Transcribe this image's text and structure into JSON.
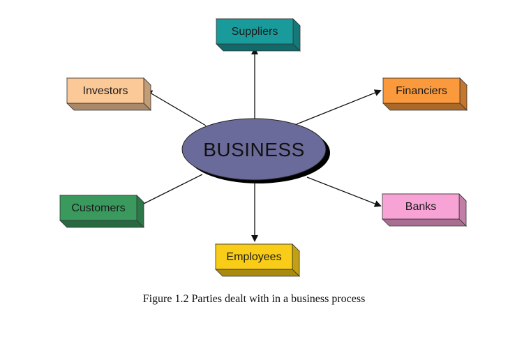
{
  "diagram": {
    "center": {
      "label": "BUSINESS",
      "fill": "#6b6b9b"
    },
    "parties": [
      {
        "key": "suppliers",
        "label": "Suppliers",
        "color": "#1a9b9b"
      },
      {
        "key": "investors",
        "label": "Investors",
        "color": "#fbc897"
      },
      {
        "key": "financiers",
        "label": "Financiers",
        "color": "#fb9a3c"
      },
      {
        "key": "customers",
        "label": "Customers",
        "color": "#3a9a5e"
      },
      {
        "key": "banks",
        "label": "Banks",
        "color": "#f8a3d6"
      },
      {
        "key": "employees",
        "label": "Employees",
        "color": "#f9cd17"
      }
    ]
  },
  "caption": "Figure 1.2  Parties dealt with in a business process"
}
